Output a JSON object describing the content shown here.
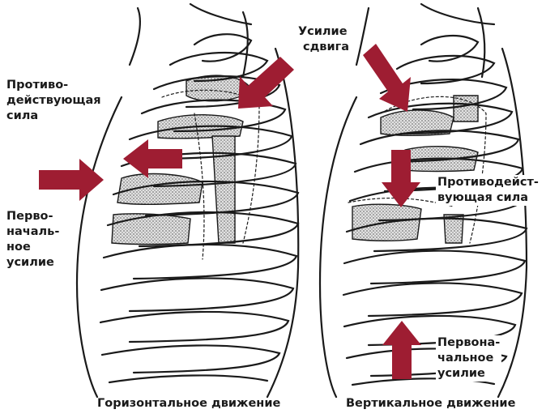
{
  "colors": {
    "arrow": "#9e1d32",
    "outline": "#1a1a1a",
    "shading": "#cfcfcf",
    "background": "#ffffff"
  },
  "left_panel": {
    "caption": "Горизонтальное движение",
    "counter_force_lines": [
      "Противо-",
      "действующая",
      "сила"
    ],
    "initial_force_lines": [
      "Перво-",
      "началь-",
      "ное",
      "усилие"
    ],
    "shear_force_lines": [
      "Усилие",
      "сдвига"
    ]
  },
  "right_panel": {
    "caption": "Вертикальное движение",
    "counter_force_lines": [
      "Противодейст-",
      "вующая сила"
    ],
    "initial_force_lines": [
      "Первона-",
      "чальное",
      "усилие"
    ]
  }
}
